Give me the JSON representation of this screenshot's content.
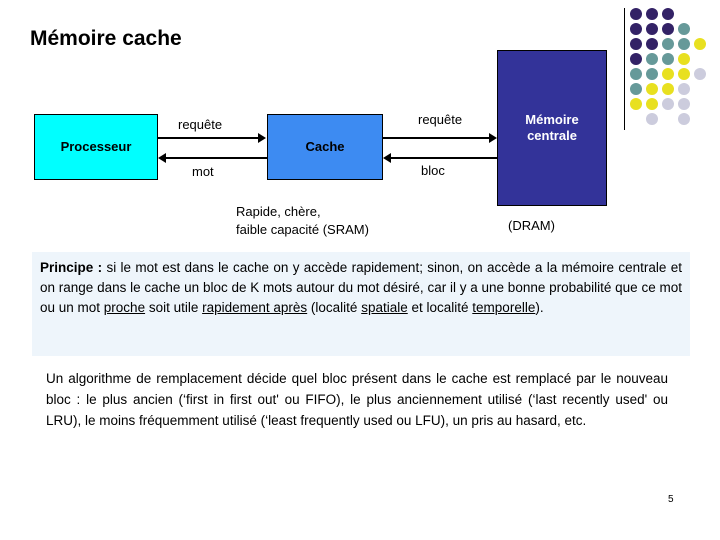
{
  "slide": {
    "title": "Mémoire cache",
    "page_number": "5"
  },
  "colors": {
    "processor_fill": "#00ffff",
    "cache_fill": "#3d8bf2",
    "memory_fill": "#333399",
    "highlight_bg": "#eef5fb",
    "deco_dark_purple": "#332266",
    "deco_teal": "#669999",
    "deco_yellow": "#e8e020",
    "deco_lavender": "#ccccdd",
    "line": "#000000"
  },
  "diagram": {
    "boxes": {
      "processor": "Processeur",
      "cache": "Cache",
      "main_memory": "Mémoire\ncentrale"
    },
    "arrows": [
      {
        "name": "processor-to-cache",
        "label": "requête",
        "direction": "right"
      },
      {
        "name": "cache-to-processor",
        "label": "mot",
        "direction": "left"
      },
      {
        "name": "cache-to-memory",
        "label": "requête",
        "direction": "right"
      },
      {
        "name": "memory-to-cache",
        "label": "bloc",
        "direction": "left"
      }
    ],
    "captions": {
      "cache_caption": "Rapide, chère,\nfaible capacité (SRAM)",
      "memory_caption": "(DRAM)"
    }
  },
  "principe": {
    "lead": "Principe :",
    "body_html": "<b>Principe :</b> si le mot est dans le cache on y accède rapidement; sinon, on accède a la mémoire centrale et on range dans le cache un bloc de K mots autour du mot désiré, car il y a une bonne probabilité que ce mot ou un mot <u>proche</u> soit utile <u>rapidement après</u> (localité <u>spatiale</u> et localité <u>temporelle</u>).",
    "plain_text": "Principe : si le mot est dans le cache on y accède rapidement; sinon, on accède a la mémoire centrale et on range dans le cache un bloc de K mots autour du mot désiré, car il y a une bonne probabilité que ce mot ou un mot proche soit utile rapidement après (localité spatiale et localité temporelle).",
    "underlined_terms": [
      "proche",
      "rapidement après",
      "spatiale",
      "temporelle"
    ]
  },
  "algorithme": {
    "body_html": "Un algorithme de remplacement décide quel bloc présent dans le cache est remplacé par le nouveau bloc : le plus ancien (‘first in first out' ou FIFO), le plus anciennement utilisé (‘last recently used' ou LRU), le moins fréquemment utilisé (‘least frequently used ou LFU), un pris au hasard, etc.",
    "plain_text": "Un algorithme de remplacement décide quel bloc présent dans le cache est remplacé par le nouveau bloc : le plus ancien (‘first in first out' ou FIFO), le plus anciennement utilisé (‘last recently used' ou LRU), le moins fréquemment utilisé (‘least frequently used ou LFU), un pris au hasard, etc."
  },
  "decoration": {
    "dots": [
      {
        "row": 0,
        "col": 0,
        "color": "#332266"
      },
      {
        "row": 0,
        "col": 1,
        "color": "#332266"
      },
      {
        "row": 0,
        "col": 2,
        "color": "#332266"
      },
      {
        "row": 1,
        "col": 0,
        "color": "#332266"
      },
      {
        "row": 1,
        "col": 1,
        "color": "#332266"
      },
      {
        "row": 1,
        "col": 2,
        "color": "#332266"
      },
      {
        "row": 1,
        "col": 3,
        "color": "#669999"
      },
      {
        "row": 2,
        "col": 0,
        "color": "#332266"
      },
      {
        "row": 2,
        "col": 1,
        "color": "#332266"
      },
      {
        "row": 2,
        "col": 2,
        "color": "#669999"
      },
      {
        "row": 2,
        "col": 3,
        "color": "#669999"
      },
      {
        "row": 2,
        "col": 4,
        "color": "#e8e020"
      },
      {
        "row": 3,
        "col": 0,
        "color": "#332266"
      },
      {
        "row": 3,
        "col": 1,
        "color": "#669999"
      },
      {
        "row": 3,
        "col": 2,
        "color": "#669999"
      },
      {
        "row": 3,
        "col": 3,
        "color": "#e8e020"
      },
      {
        "row": 4,
        "col": 0,
        "color": "#669999"
      },
      {
        "row": 4,
        "col": 1,
        "color": "#669999"
      },
      {
        "row": 4,
        "col": 2,
        "color": "#e8e020"
      },
      {
        "row": 4,
        "col": 3,
        "color": "#e8e020"
      },
      {
        "row": 4,
        "col": 4,
        "color": "#ccccdd"
      },
      {
        "row": 5,
        "col": 0,
        "color": "#669999"
      },
      {
        "row": 5,
        "col": 1,
        "color": "#e8e020"
      },
      {
        "row": 5,
        "col": 2,
        "color": "#e8e020"
      },
      {
        "row": 5,
        "col": 3,
        "color": "#ccccdd"
      },
      {
        "row": 6,
        "col": 0,
        "color": "#e8e020"
      },
      {
        "row": 6,
        "col": 1,
        "color": "#e8e020"
      },
      {
        "row": 6,
        "col": 2,
        "color": "#ccccdd"
      },
      {
        "row": 6,
        "col": 3,
        "color": "#ccccdd"
      },
      {
        "row": 7,
        "col": 1,
        "color": "#ccccdd"
      },
      {
        "row": 7,
        "col": 3,
        "color": "#ccccdd"
      }
    ],
    "grid_step_x": 16,
    "grid_step_y": 15
  }
}
